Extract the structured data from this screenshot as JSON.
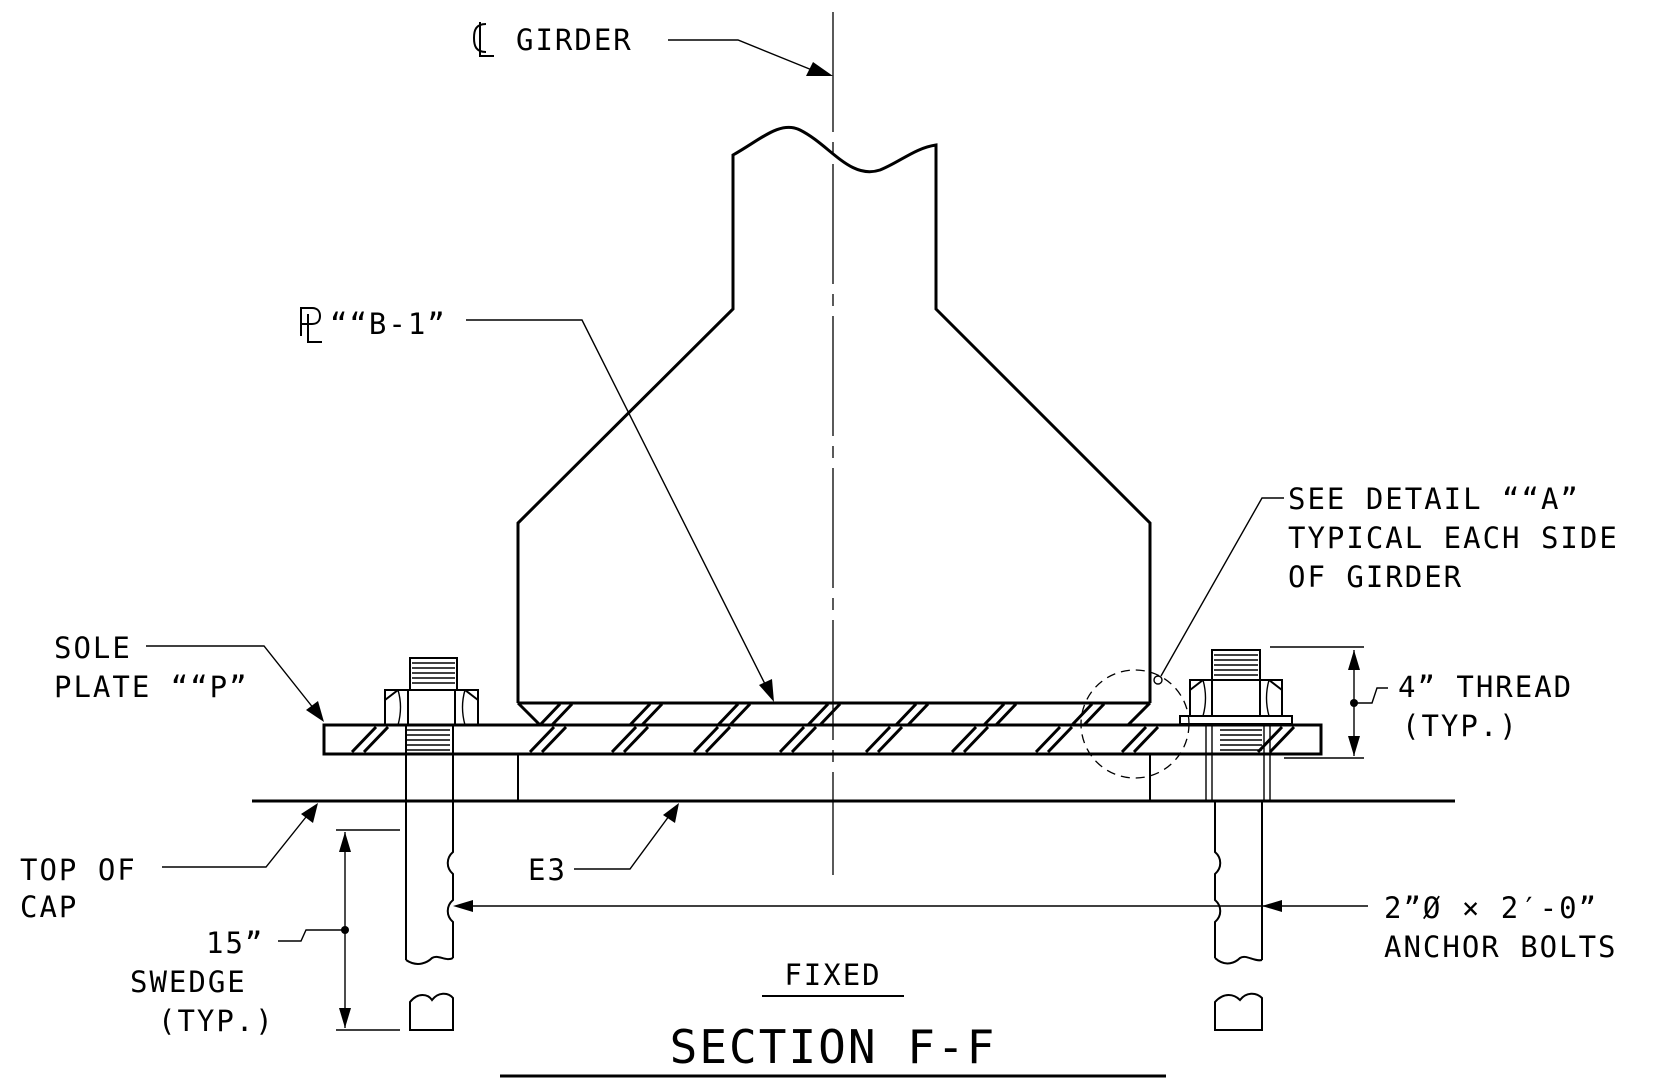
{
  "drawing": {
    "labels": {
      "cl_girder": "GIRDER",
      "pl_b1": "““B-1”",
      "detail_a_1": "SEE DETAIL ““A”",
      "detail_a_2": "TYPICAL EACH SIDE",
      "detail_a_3": "OF GIRDER",
      "sole_plate_1": "SOLE",
      "sole_plate_2": "PLATE ““P”",
      "thread_1": "4” THREAD",
      "thread_2": "(TYP.)",
      "top_cap_1": "TOP OF",
      "top_cap_2": "CAP",
      "e3": "E3",
      "swedge_1": "15”",
      "swedge_2": "SWEDGE",
      "swedge_3": "(TYP.)",
      "anchor_1": "2”Ø × 2′-0”",
      "anchor_2": "ANCHOR BOLTS",
      "fixed": "FIXED",
      "title": "SECTION F-F"
    }
  }
}
